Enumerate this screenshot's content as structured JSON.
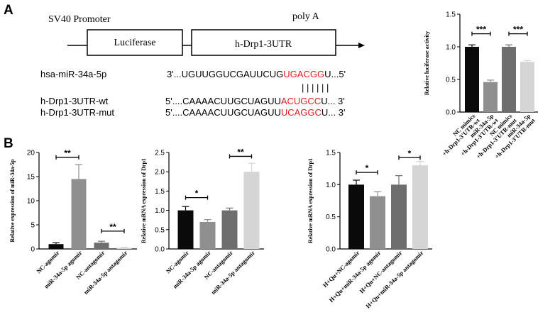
{
  "panel_a": {
    "letter": "A",
    "promoter_label": "SV40 Promoter",
    "polya_label": "poly A",
    "luciferase_label": "Luciferase",
    "utr_label": "h-Drp1-3UTR",
    "mirna_name": "hsa-miR-34a-5p",
    "mirna_prefix": "3'...",
    "mirna_plain": "UGUUGGUCGAUUCUG",
    "mirna_seed": "UGACGG",
    "mirna_suffix": "U...5'",
    "pairing_marks": "| | | | | |",
    "wt_name": "h-Drp1-3UTR-wt",
    "wt_prefix": "5'....",
    "wt_plain": "CAAAACUUGCUAGUU",
    "wt_seed": "ACUGCC",
    "wt_suffix": "U... 3'",
    "mut_name": "h-Drp1-3UTR-mut",
    "mut_prefix": "5'....",
    "mut_plain": "CAAAACUUGCUAGUU",
    "mut_seed": "UCAGGC",
    "mut_suffix": "U... 3'"
  },
  "panel_b": {
    "letter": "B"
  },
  "colors": {
    "black": "#0a0a0a",
    "mid_gray": "#8f8f8f",
    "dark_gray": "#6e6e6e",
    "light_gray": "#d5d5d5",
    "seed_red": "#e01f1f"
  },
  "chart_data": [
    {
      "id": "luciferase",
      "type": "bar",
      "ylabel": "Relative luciferase activity",
      "ylim": [
        0,
        1.5
      ],
      "yticks": [
        "0.0",
        "0.5",
        "1.0",
        "1.5"
      ],
      "categories": [
        "NC mimics\n+h-Drp1-3'UTR-wt",
        "miR-34a-5p\n+h-Drp1-3'UTR-wt",
        "NC mimics\n+h-Drp1-3'UTR-mut",
        "miR-34a-5p\n+h-Drp1-3'UTR-mut"
      ],
      "values": [
        1.0,
        0.46,
        1.0,
        0.77
      ],
      "errors": [
        0.03,
        0.03,
        0.03,
        0.02
      ],
      "bar_colors": [
        "#0a0a0a",
        "#8f8f8f",
        "#6e6e6e",
        "#d5d5d5"
      ],
      "significance": [
        {
          "pair": [
            0,
            1
          ],
          "label": "***",
          "at": 1.2
        },
        {
          "pair": [
            2,
            3
          ],
          "label": "***",
          "at": 1.2
        }
      ]
    },
    {
      "id": "mir34a_expression",
      "type": "bar",
      "ylabel": "Relative expression of miR-34a-5p",
      "ylim": [
        0,
        20
      ],
      "yticks": [
        "0",
        "5",
        "10",
        "15",
        "20"
      ],
      "categories": [
        "NC-agomir",
        "miR-34a-5p agomir",
        "NC-antagomir",
        "miR-34a-5p antagomir"
      ],
      "values": [
        1.0,
        14.5,
        1.3,
        0.25
      ],
      "errors": [
        0.3,
        3.0,
        0.3,
        0.1
      ],
      "bar_colors": [
        "#0a0a0a",
        "#8f8f8f",
        "#6e6e6e",
        "#d5d5d5"
      ],
      "significance": [
        {
          "pair": [
            0,
            1
          ],
          "label": "**",
          "at": 19.0
        },
        {
          "pair": [
            2,
            3
          ],
          "label": "**",
          "at": 3.7
        }
      ]
    },
    {
      "id": "drp1_mrna",
      "type": "bar",
      "ylabel": "Relative mRNA expression of Drp1",
      "ylim": [
        0,
        2.5
      ],
      "yticks": [
        "0.0",
        "0.5",
        "1.0",
        "1.5",
        "2.0",
        "2.5"
      ],
      "categories": [
        "NC-agomir",
        "miR-34a-5p agomir",
        "NC-antagomir",
        "miR-34a-5p antagomir"
      ],
      "values": [
        1.0,
        0.7,
        1.0,
        2.0
      ],
      "errors": [
        0.1,
        0.06,
        0.06,
        0.22
      ],
      "bar_colors": [
        "#0a0a0a",
        "#8f8f8f",
        "#6e6e6e",
        "#d5d5d5"
      ],
      "significance": [
        {
          "pair": [
            0,
            1
          ],
          "label": "*",
          "at": 1.33
        },
        {
          "pair": [
            2,
            3
          ],
          "label": "**",
          "at": 2.4
        }
      ]
    },
    {
      "id": "drp1_mrna_quercetin",
      "type": "bar",
      "ylabel": "Relative mRNA expression of Drp1",
      "ylim": [
        0,
        1.5
      ],
      "yticks": [
        "0.0",
        "0.5",
        "1.0",
        "1.5"
      ],
      "categories": [
        "H+Qu+NC-agomir",
        "H+Qu+miR-34a-5p agomir",
        "H+Qu+NC-antagomir",
        "H+Qu+miR-34a-5p antagomir"
      ],
      "values": [
        1.0,
        0.82,
        1.0,
        1.3
      ],
      "errors": [
        0.07,
        0.07,
        0.14,
        0.06
      ],
      "bar_colors": [
        "#0a0a0a",
        "#8f8f8f",
        "#6e6e6e",
        "#d5d5d5"
      ],
      "significance": [
        {
          "pair": [
            0,
            1
          ],
          "label": "*",
          "at": 1.19
        },
        {
          "pair": [
            2,
            3
          ],
          "label": "*",
          "at": 1.42
        }
      ]
    }
  ]
}
